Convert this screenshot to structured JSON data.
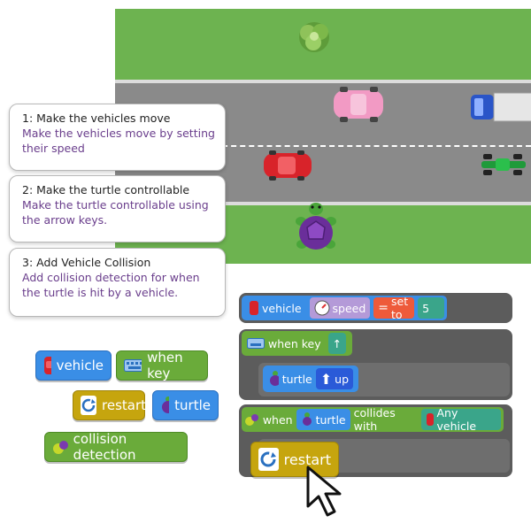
{
  "instructions": [
    {
      "title": "1: Make the vehicles move",
      "description": "Make the vehicles move by setting their speed"
    },
    {
      "title": "2: Make the turtle controllable",
      "description": "Make the turtle controllable using the arrow keys."
    },
    {
      "title": "3: Add Vehicle Collision",
      "description": "Add collision detection for when the turtle is hit by a vehicle."
    }
  ],
  "palette": {
    "vehicle": "vehicle",
    "when_key": "when key",
    "restart": "restart",
    "turtle": "turtle",
    "collision": "collision detection"
  },
  "script": {
    "set_speed": {
      "object": "vehicle",
      "property": "speed",
      "op": "set to",
      "value": "5"
    },
    "when_key": {
      "label": "when key",
      "key": "↑",
      "action_object": "turtle",
      "action": "up"
    },
    "collision": {
      "when": "when",
      "object": "turtle",
      "verb": "collides with",
      "target": "Any vehicle",
      "action": "restart"
    }
  },
  "colors": {
    "grass": "#6db350",
    "road": "#8a8a8a",
    "block_blue": "#3a8ee6",
    "block_green": "#6aab3a",
    "block_gold": "#c6a50e",
    "card_desc": "#6a3e8c"
  }
}
